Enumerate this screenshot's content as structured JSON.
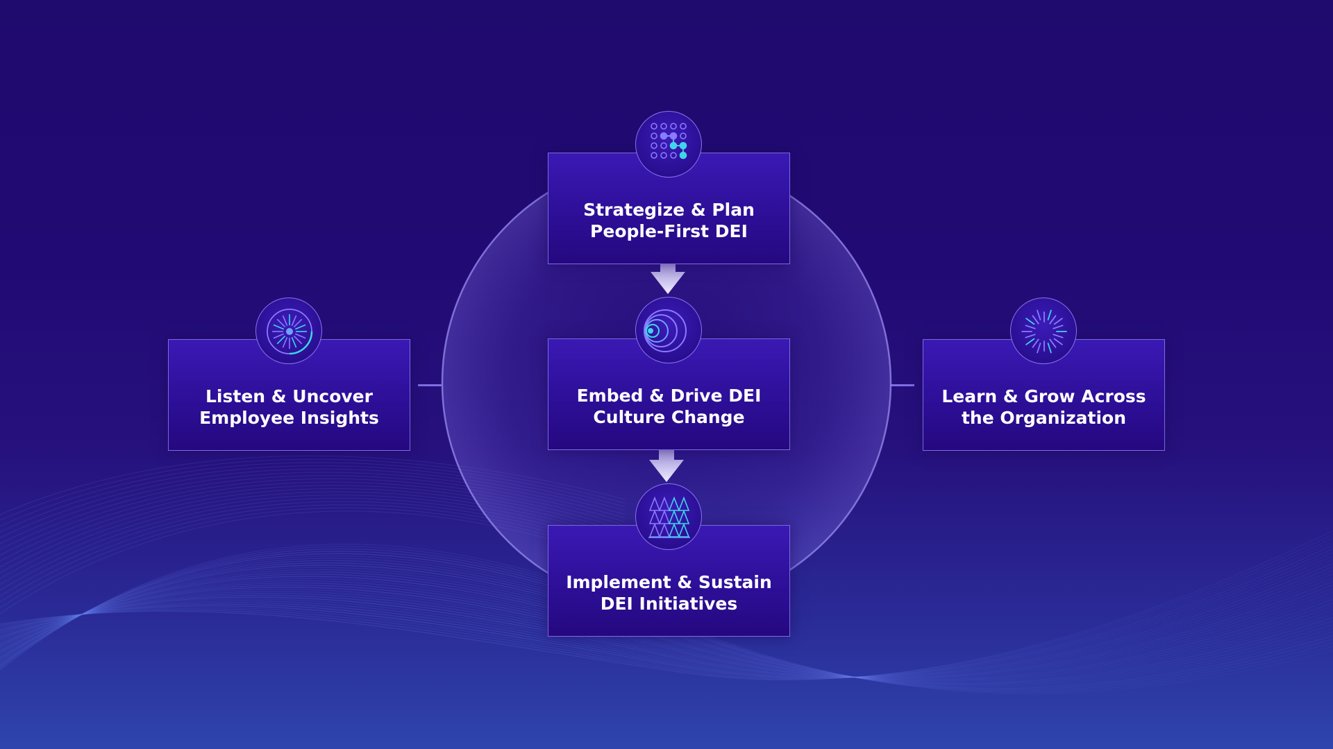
{
  "diagram": {
    "nodes": [
      {
        "id": "strategize",
        "label": "Strategize & Plan\nPeople-First DEI",
        "icon": "dot-grid-path-icon"
      },
      {
        "id": "embed",
        "label": "Embed & Drive DEI\nCulture Change",
        "icon": "concentric-rings-icon"
      },
      {
        "id": "implement",
        "label": "Implement & Sustain\nDEI Initiatives",
        "icon": "lattice-triangles-icon"
      },
      {
        "id": "listen",
        "label": "Listen & Uncover\nEmployee Insights",
        "icon": "radial-burst-icon"
      },
      {
        "id": "learn",
        "label": "Learn & Grow Across\nthe Organization",
        "icon": "sunburst-ring-icon"
      }
    ],
    "edges": [
      {
        "from": "strategize",
        "to": "embed"
      },
      {
        "from": "embed",
        "to": "implement"
      }
    ]
  },
  "colors": {
    "background_top": "#1f0a6e",
    "background_bottom": "#2f45ad",
    "card_fill": "#2d0f98",
    "card_border": "#9687ff",
    "accent_cyan": "#3ed6e8",
    "accent_violet": "#8a7bff",
    "text": "#ffffff"
  }
}
